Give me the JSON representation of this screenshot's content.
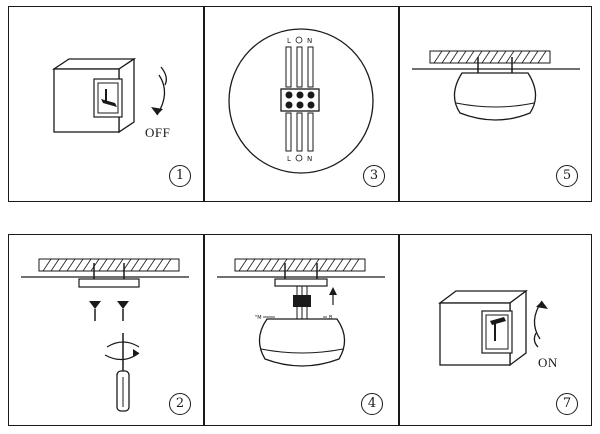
{
  "steps": [
    {
      "id": "step1",
      "number": "1",
      "caption": "OFF"
    },
    {
      "id": "step2",
      "number": "2",
      "caption": ""
    },
    {
      "id": "step3",
      "number": "3",
      "caption": ""
    },
    {
      "id": "step4",
      "number": "4",
      "caption": ""
    },
    {
      "id": "step5",
      "number": "5",
      "caption": ""
    },
    {
      "id": "step7",
      "number": "7",
      "caption": "ON"
    }
  ],
  "icons": {
    "step1": "wall-switch-off-icon",
    "step2": "ceiling-plate-screws-screwdriver-icon",
    "step3": "terminal-block-wiring-icon",
    "step4": "lamp-wiring-connection-icon",
    "step5": "mounted-ceiling-lamp-icon",
    "step7": "wall-switch-on-icon"
  },
  "colors": {
    "line": "#1a1a1a",
    "background": "#ffffff"
  }
}
